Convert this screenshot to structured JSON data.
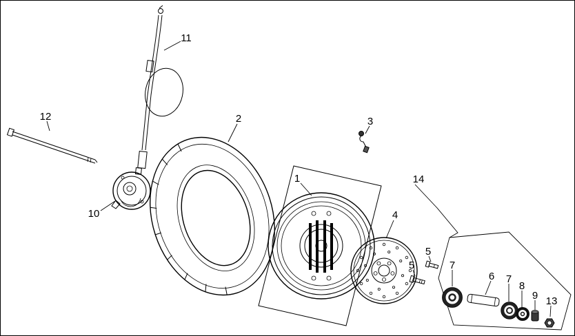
{
  "colors": {
    "background": "#ffffff",
    "line": "#000000",
    "dark_part": "#333333"
  },
  "labels": {
    "n1": "1",
    "n2": "2",
    "n3": "3",
    "n4": "4",
    "n5a": "5",
    "n5b": "5",
    "n6": "6",
    "n7a": "7",
    "n7b": "7",
    "n8": "8",
    "n9": "9",
    "n10": "10",
    "n11": "11",
    "n12": "12",
    "n13": "13",
    "n14": "14"
  }
}
